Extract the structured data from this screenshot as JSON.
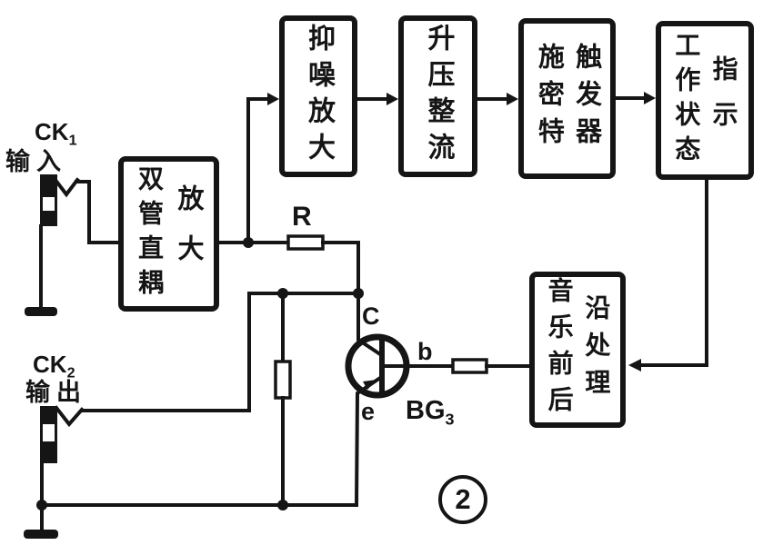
{
  "figure_label": {
    "value": "2"
  },
  "blocks": {
    "noise_amp": {
      "text": "抑噪放大"
    },
    "boost_rectifier": {
      "text": "升压整流"
    },
    "schmitt_trigger": {
      "col1": "施密特",
      "col2": "触发器"
    },
    "status_indicator": {
      "col1": "工作状态",
      "col2": "指示"
    },
    "dual_tube_amp": {
      "col1": "双管直耦",
      "col2": "放大"
    },
    "music_edge_processor": {
      "col1": "音乐前后",
      "col2": "沿处理"
    }
  },
  "connectors": {
    "ck1": {
      "label": "CK",
      "sub": "1",
      "caption": "输入"
    },
    "ck2": {
      "label": "CK",
      "sub": "2",
      "caption": "输出"
    }
  },
  "labels": {
    "resistor": "R",
    "collector": "C",
    "base": "b",
    "emitter": "e",
    "transistor": "BG",
    "transistor_sub": "3"
  },
  "colors": {
    "ink": "#151515",
    "paper": "#ffffff"
  }
}
